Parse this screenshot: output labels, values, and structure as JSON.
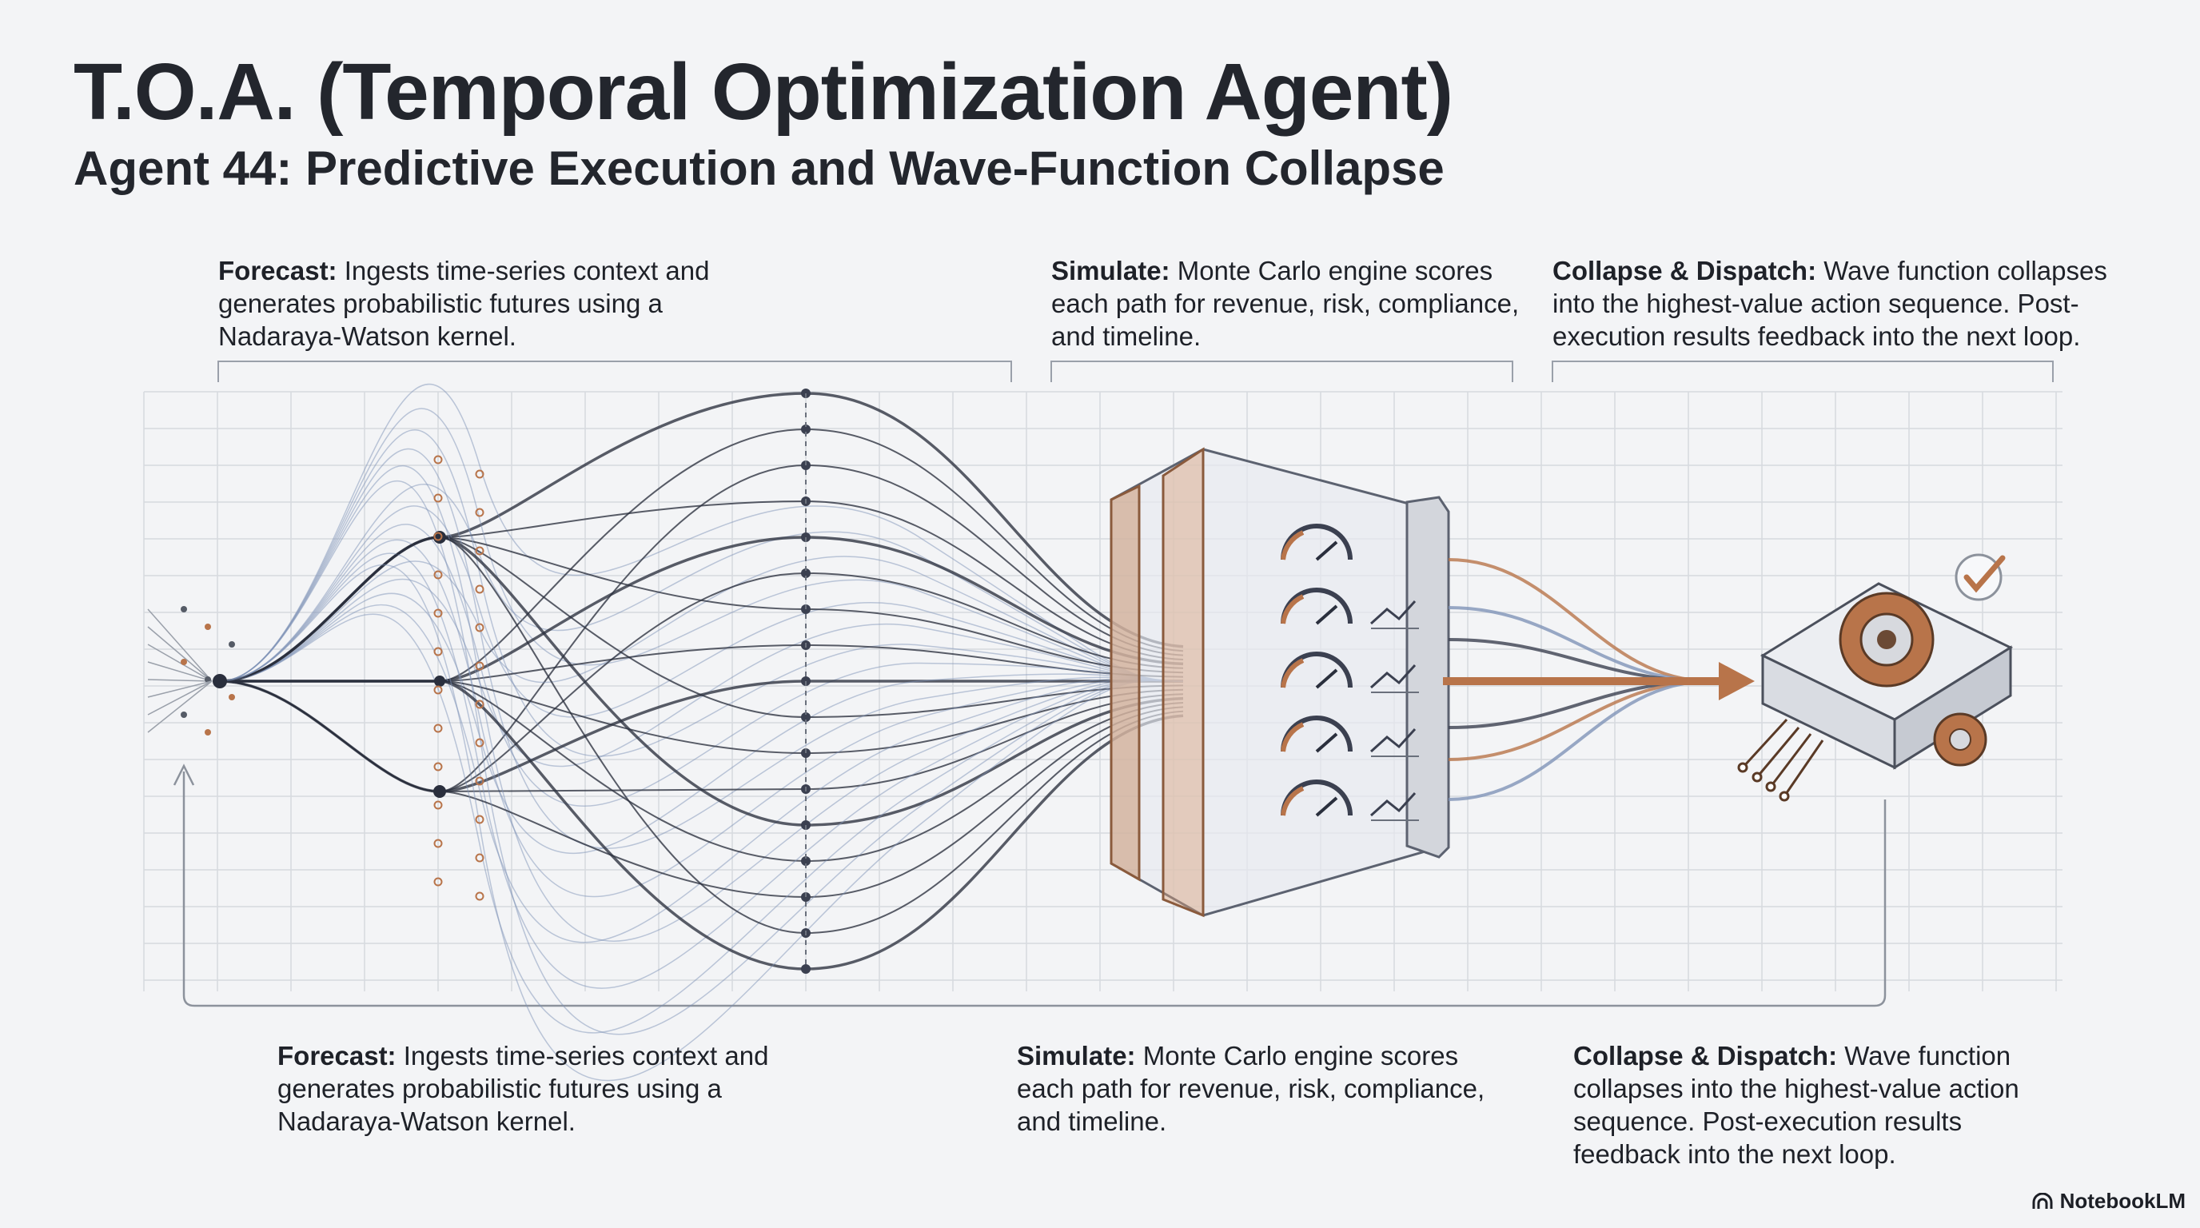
{
  "header": {
    "title": "T.O.A. (Temporal Optimization Agent)",
    "subtitle": "Agent 44: Predictive Execution and Wave-Function Collapse"
  },
  "captions_top": [
    {
      "heading": "Forecast:",
      "text": " Ingests time-series context and generates probabilistic futures using a Nadaraya-Watson kernel."
    },
    {
      "heading": "Simulate:",
      "text": " Monte Carlo engine scores each path for revenue, risk, compliance, and timeline."
    },
    {
      "heading": "Collapse & Dispatch:",
      "text": " Wave function collapses into the highest-value action sequence. Post-execution results feedback into the next loop."
    }
  ],
  "captions_bottom": [
    {
      "heading": "Forecast:",
      "text": " Ingests time-series context and generates probabilistic futures using a Nadaraya-Watson kernel."
    },
    {
      "heading": "Simulate:",
      "text": " Monte Carlo engine scores each path for revenue, risk, compliance, and timeline."
    },
    {
      "heading": "Collapse & Dispatch:",
      "text": " Wave function collapses into the highest-value action sequence. Post-execution results feedback into the next loop."
    }
  ],
  "branding": {
    "label": "NotebookLM",
    "icon": "notebooklm-logo-icon"
  },
  "colors": {
    "ink": "#2a2f3d",
    "copper": "#b8744a",
    "grid": "#d6d9de",
    "sky": "#7f93b8"
  }
}
